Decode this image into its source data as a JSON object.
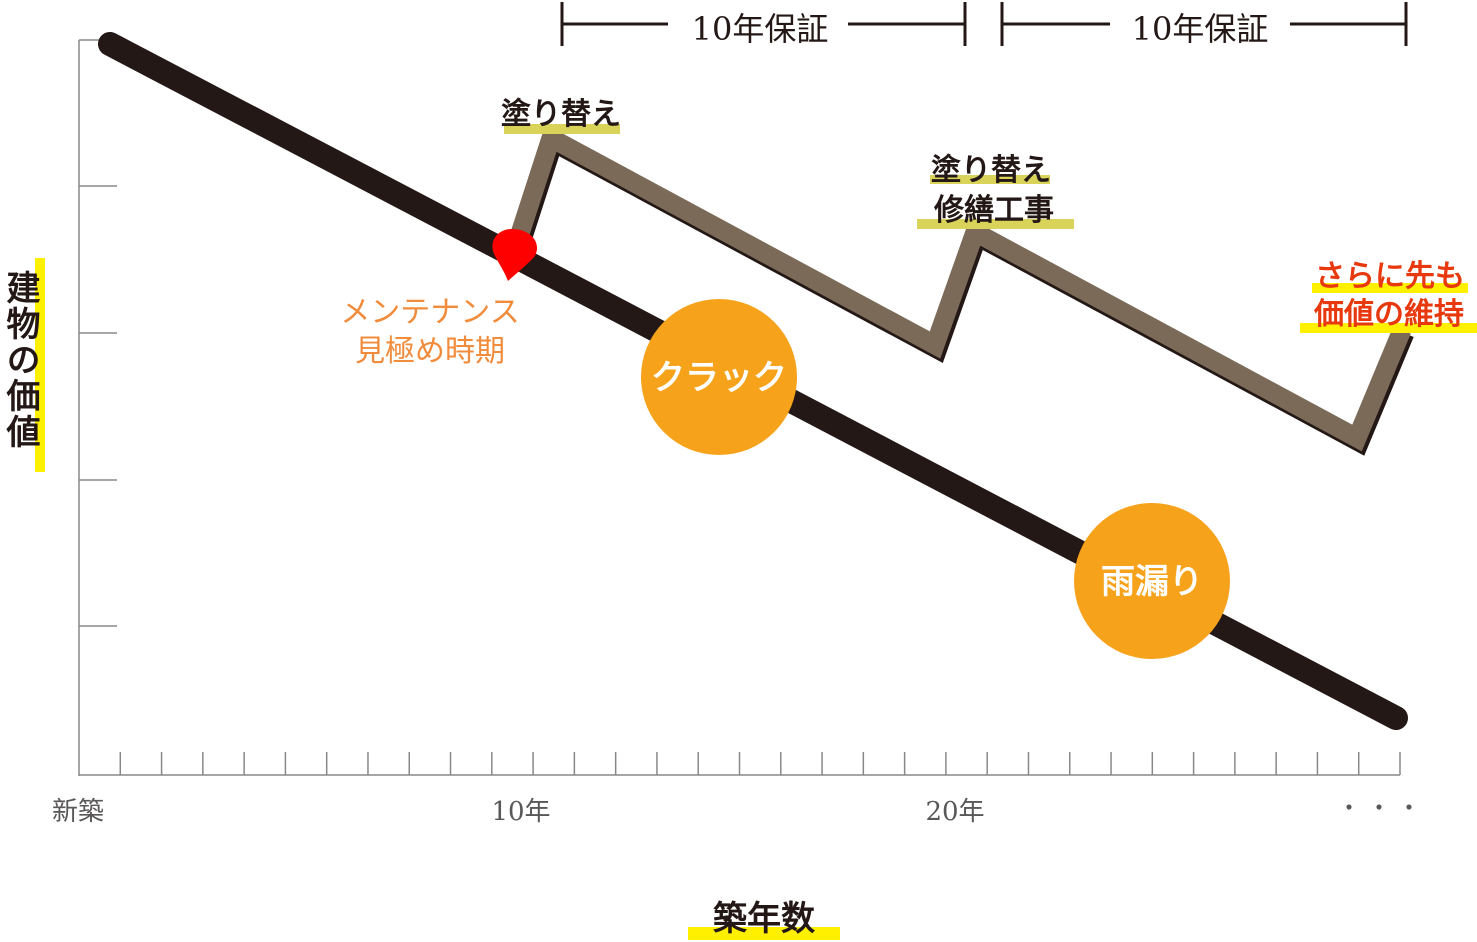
{
  "y_axis_label": "建物の価値",
  "x_axis_label": "築年数",
  "x_ticks": {
    "start": "新築",
    "ten": "10年",
    "twenty": "20年",
    "more": "・・・"
  },
  "warranty": [
    {
      "label": "10年保証"
    },
    {
      "label": "10年保証"
    }
  ],
  "events": {
    "repaint1": "塗り替え",
    "repaint2_line1": "塗り替え",
    "repaint2_line2": "修繕工事",
    "maintenance_line1": "メンテナンス",
    "maintenance_line2": "見極め時期",
    "further_line1": "さらに先も",
    "further_line2": "価値の維持",
    "crack": "クラック",
    "leak": "雨漏り"
  },
  "colors": {
    "decline_line": "#231815",
    "maintained_line": "#7b6a58",
    "highlight_yellow": "#fff000",
    "highlight_olive": "#d9d35a",
    "badge_orange": "#f7a21b",
    "maintenance_text": "#f08c3c",
    "further_text": "#e8380d",
    "pin_red": "#ff0000",
    "axis": "#888888"
  },
  "icons": {
    "pin": "location-pin-icon"
  }
}
